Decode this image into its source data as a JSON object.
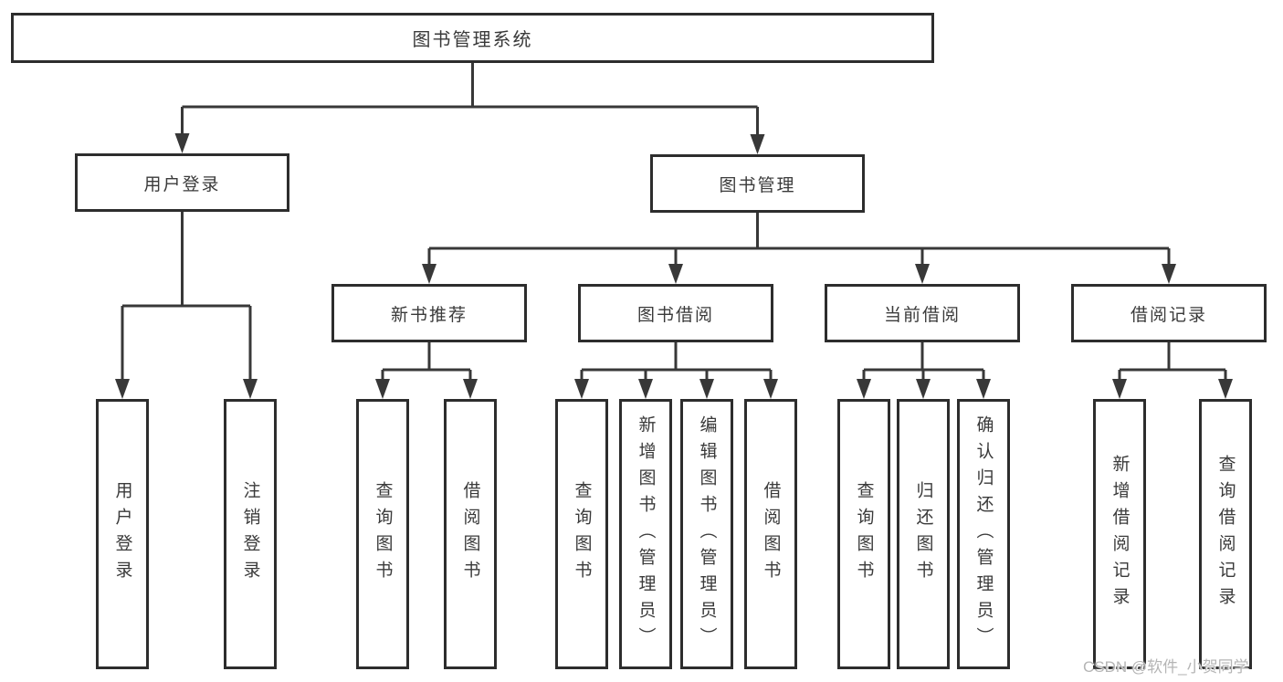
{
  "diagram": {
    "root": {
      "label": "图书管理系统"
    },
    "branches": [
      {
        "label": "用户登录",
        "children": [
          {
            "label": "用户登录"
          },
          {
            "label": "注销登录"
          }
        ]
      },
      {
        "label": "图书管理",
        "children": [
          {
            "label": "新书推荐",
            "children": [
              {
                "label": "查询图书"
              },
              {
                "label": "借阅图书"
              }
            ]
          },
          {
            "label": "图书借阅",
            "children": [
              {
                "label": "查询图书"
              },
              {
                "label": "新增图书（管理员）"
              },
              {
                "label": "编辑图书（管理员）"
              },
              {
                "label": "借阅图书"
              }
            ]
          },
          {
            "label": "当前借阅",
            "children": [
              {
                "label": "查询图书"
              },
              {
                "label": "归还图书"
              },
              {
                "label": "确认归还（管理员）"
              }
            ]
          },
          {
            "label": "借阅记录",
            "children": [
              {
                "label": "新增借阅记录"
              },
              {
                "label": "查询借阅记录"
              }
            ]
          }
        ]
      }
    ],
    "watermark": "CSDN @软件_小贺同学",
    "colors": {
      "background": "#ffffff",
      "box_border": "#2d2d2d",
      "line": "#383838",
      "text": "#3a3a3a",
      "watermark": "#b5b5b5"
    }
  }
}
